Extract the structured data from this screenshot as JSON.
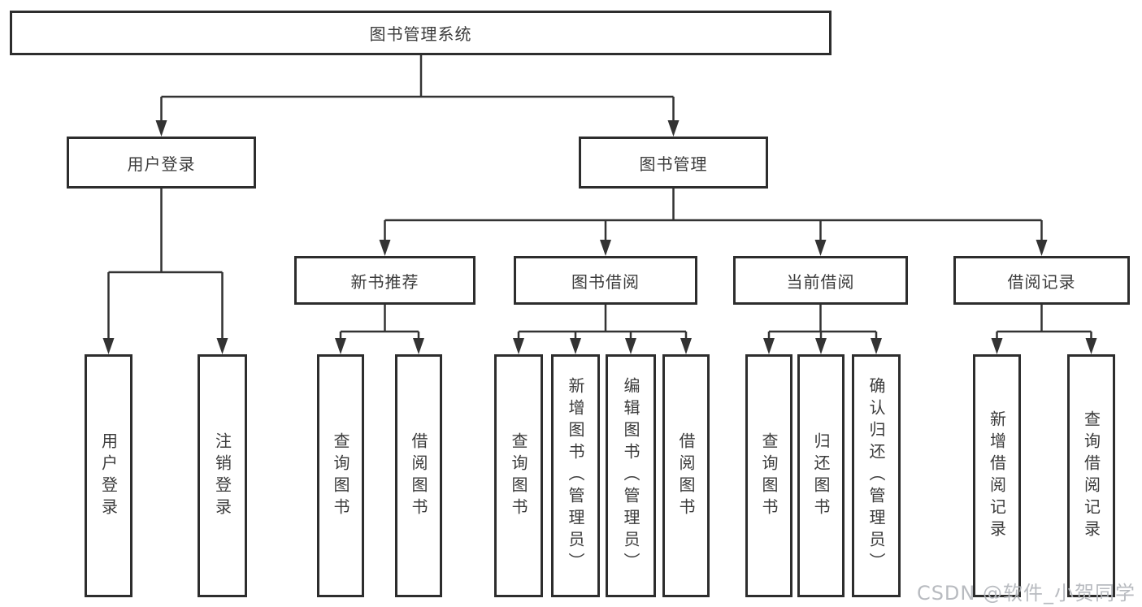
{
  "colors": {
    "line": "#333333",
    "border": "#2d2d2d",
    "text": "#3b3b3b",
    "watermark": "#b3b6bb",
    "background": "#ffffff"
  },
  "watermark": {
    "text": "CSDN @软件_小贺同学"
  },
  "tree": {
    "label": "图书管理系统",
    "children": [
      {
        "label": "用户登录",
        "children": [
          {
            "label": "用户登录"
          },
          {
            "label": "注销登录"
          }
        ]
      },
      {
        "label": "图书管理",
        "children": [
          {
            "label": "新书推荐",
            "children": [
              {
                "label": "查询图书"
              },
              {
                "label": "借阅图书"
              }
            ]
          },
          {
            "label": "图书借阅",
            "children": [
              {
                "label": "查询图书"
              },
              {
                "label": "新增图书（管理员）"
              },
              {
                "label": "编辑图书（管理员）"
              },
              {
                "label": "借阅图书"
              }
            ]
          },
          {
            "label": "当前借阅",
            "children": [
              {
                "label": "查询图书"
              },
              {
                "label": "归还图书"
              },
              {
                "label": "确认归还（管理员）"
              }
            ]
          },
          {
            "label": "借阅记录",
            "children": [
              {
                "label": "新增借阅记录"
              },
              {
                "label": "查询借阅记录"
              }
            ]
          }
        ]
      }
    ]
  }
}
